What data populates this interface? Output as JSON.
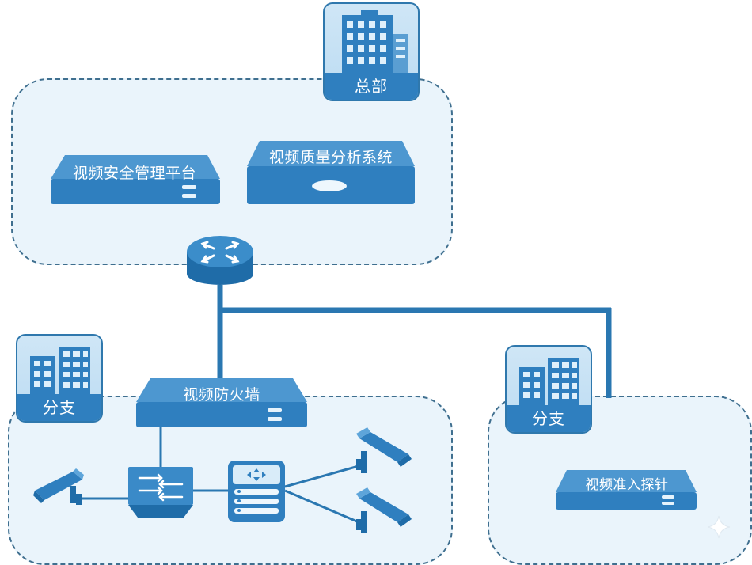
{
  "sites": {
    "hq": {
      "label": "总部"
    },
    "branch_left": {
      "label": "分支"
    },
    "branch_right": {
      "label": "分支"
    }
  },
  "devices": {
    "security_platform": {
      "label": "视频安全管理平台"
    },
    "quality_system": {
      "label": "视频质量分析系统"
    },
    "firewall": {
      "label": "视频防火墙"
    },
    "access_probe": {
      "label": "视频准入探针"
    }
  },
  "icons": {
    "router": "router-icon",
    "switch": "switch-icon",
    "nvr": "video-recorder-icon",
    "camera": "camera-icon",
    "building": "building-icon"
  },
  "colors": {
    "zone_fill": "#eaf4fb",
    "zone_border": "#3f6f8f",
    "device_blue": "#2f7fbf",
    "device_dark": "#1f5f93",
    "link": "#2a77b1"
  }
}
